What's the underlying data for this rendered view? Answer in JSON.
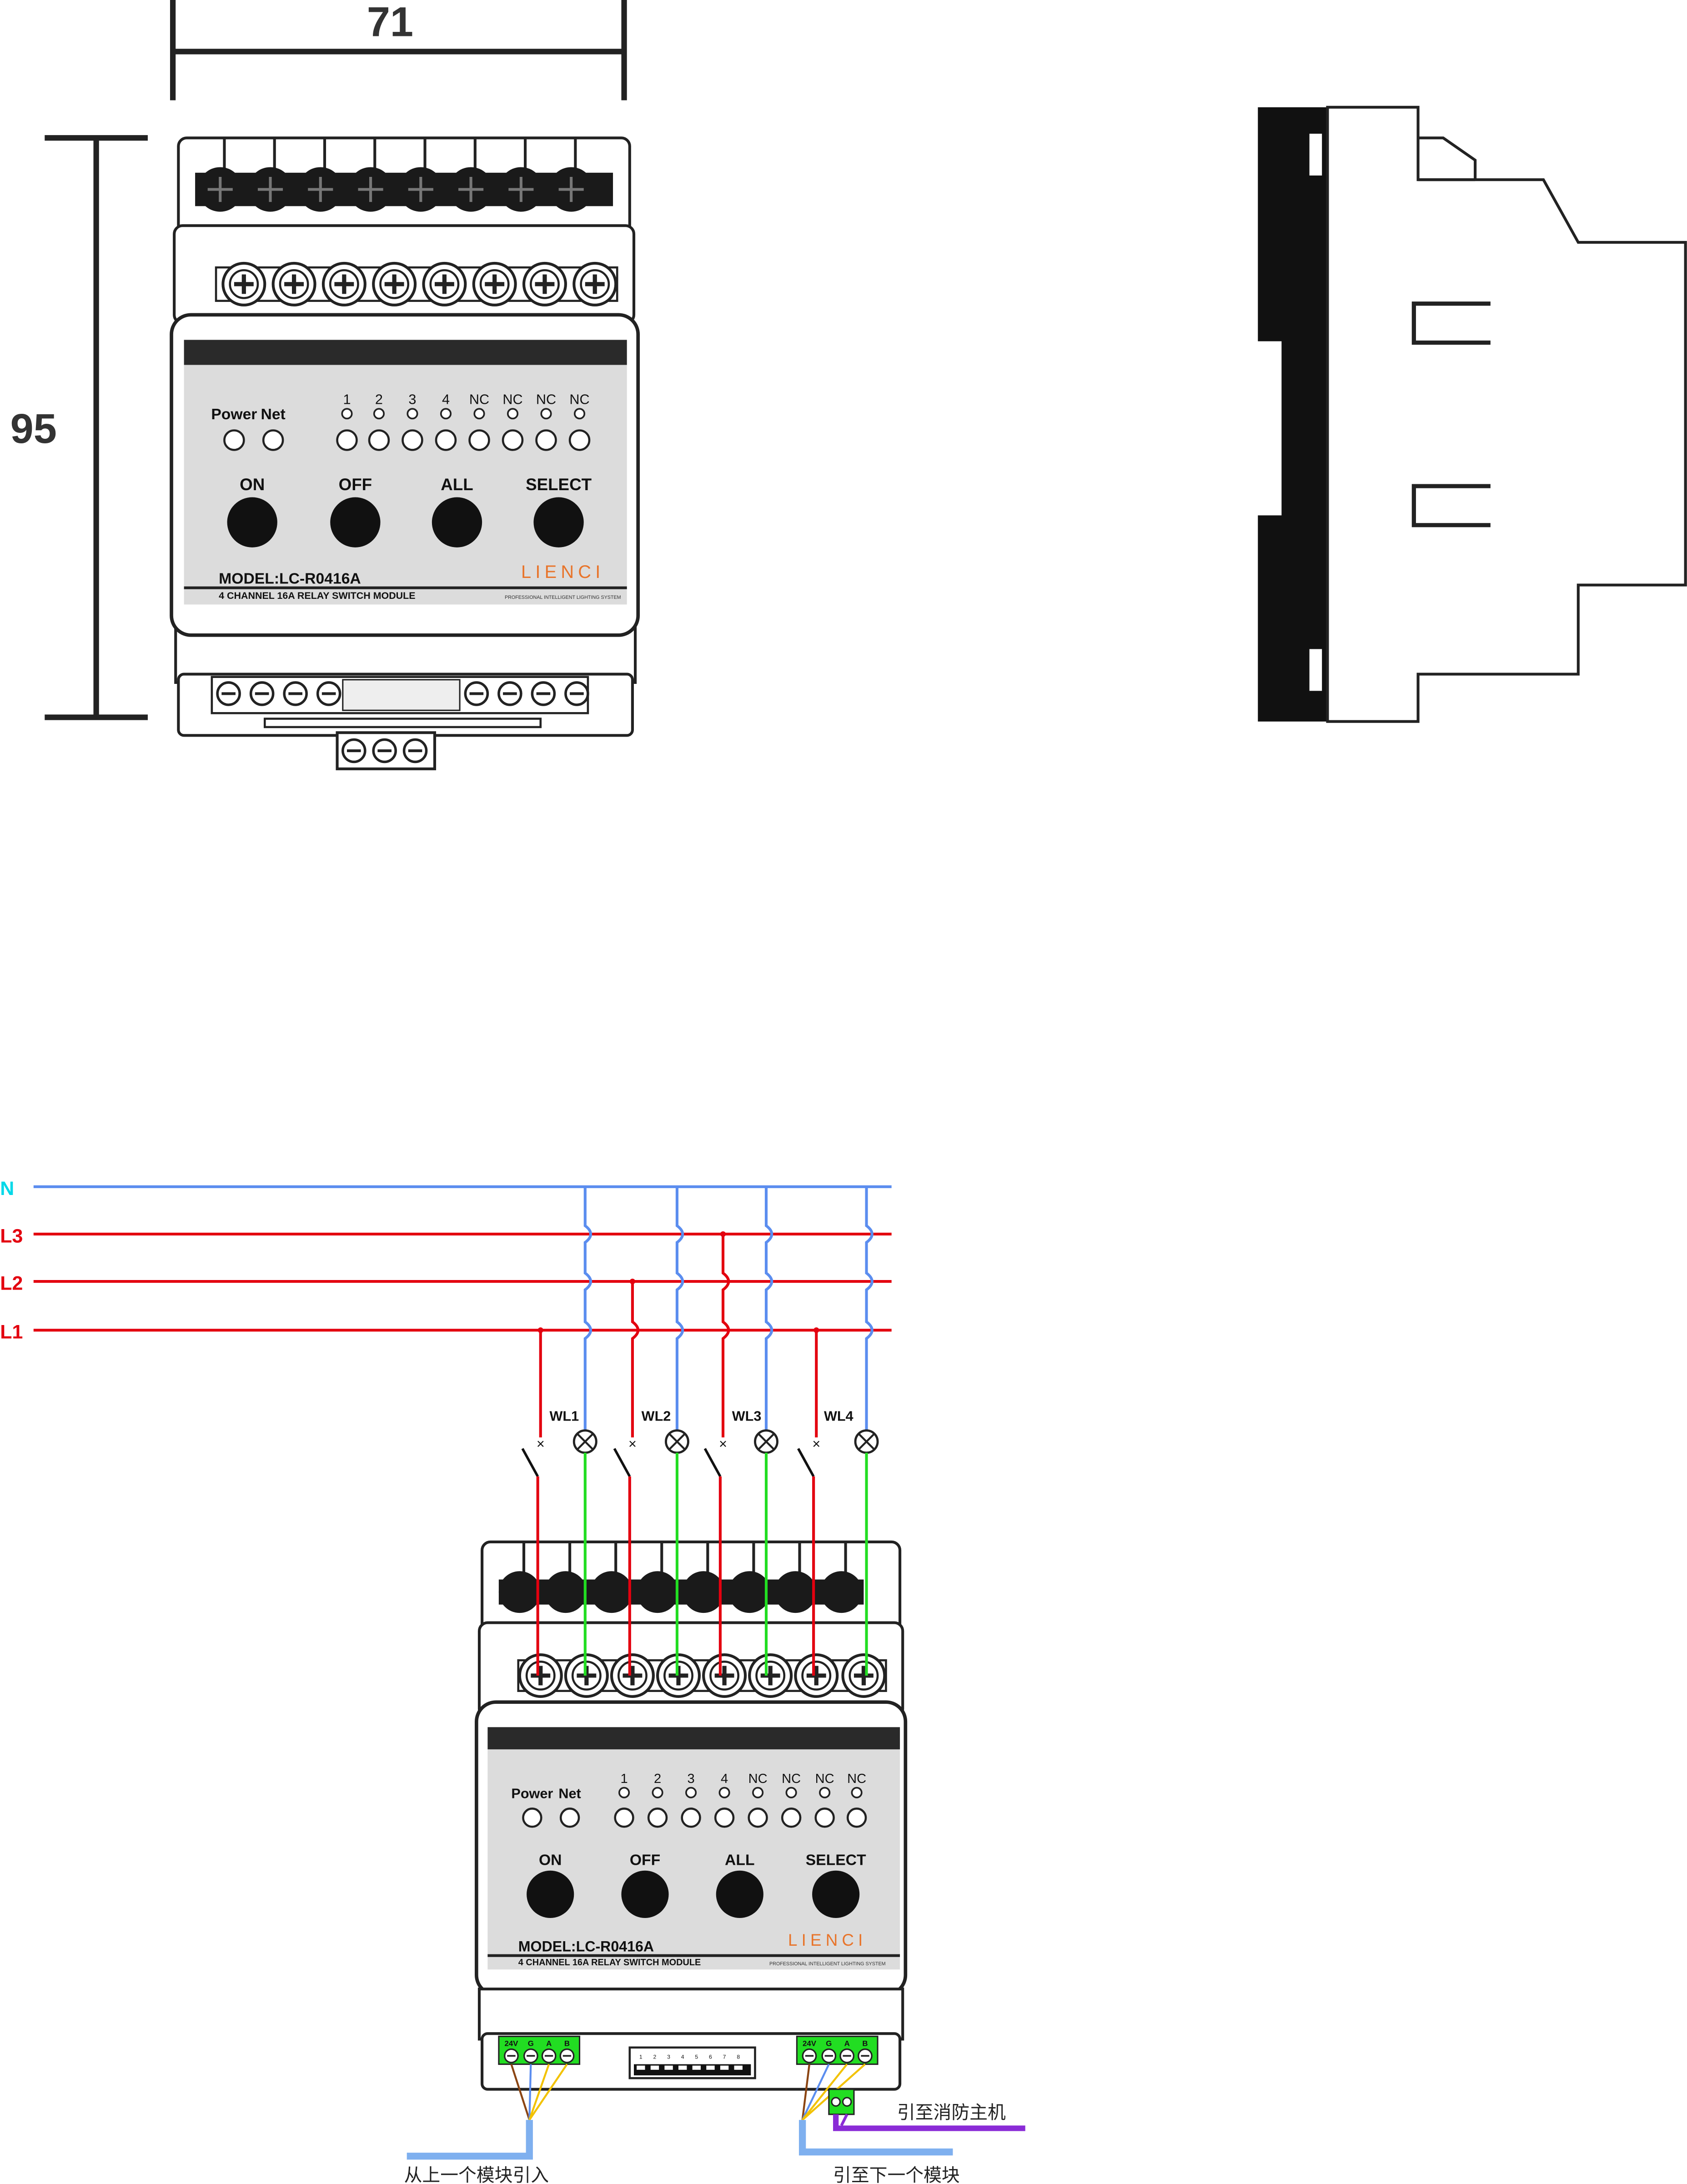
{
  "dimensions": {
    "width_label": "71",
    "height_label": "95"
  },
  "module": {
    "status_labels": [
      "Power",
      "Net"
    ],
    "channel_labels": [
      "1",
      "2",
      "3",
      "4",
      "NC",
      "NC",
      "NC",
      "NC"
    ],
    "buttons": [
      "ON",
      "OFF",
      "ALL",
      "SELECT"
    ],
    "model": "MODEL:LC-R0416A",
    "description": "4 CHANNEL 16A RELAY SWITCH MODULE",
    "brand": "LIENCI",
    "tagline": "PROFESSIONAL INTELLIGENT LIGHTING SYSTEM",
    "brand_color": "#e8742a"
  },
  "wiring": {
    "bus_labels": [
      "N",
      "L3",
      "L2",
      "L1"
    ],
    "bus_colors": {
      "N": "#5b8def",
      "L": "#e3000f",
      "N_label": "#00d8e8"
    },
    "loads": [
      "WL1",
      "WL2",
      "WL3",
      "WL4"
    ],
    "bus_terminal_labels": [
      "24V",
      "G",
      "A",
      "B"
    ],
    "dip_switches": [
      "1",
      "2",
      "3",
      "4",
      "5",
      "6",
      "7",
      "8"
    ],
    "notes": {
      "from_prev": "从上一个模块引入",
      "to_next": "引至下一个模块",
      "fire_host": "引至消防主机"
    }
  }
}
